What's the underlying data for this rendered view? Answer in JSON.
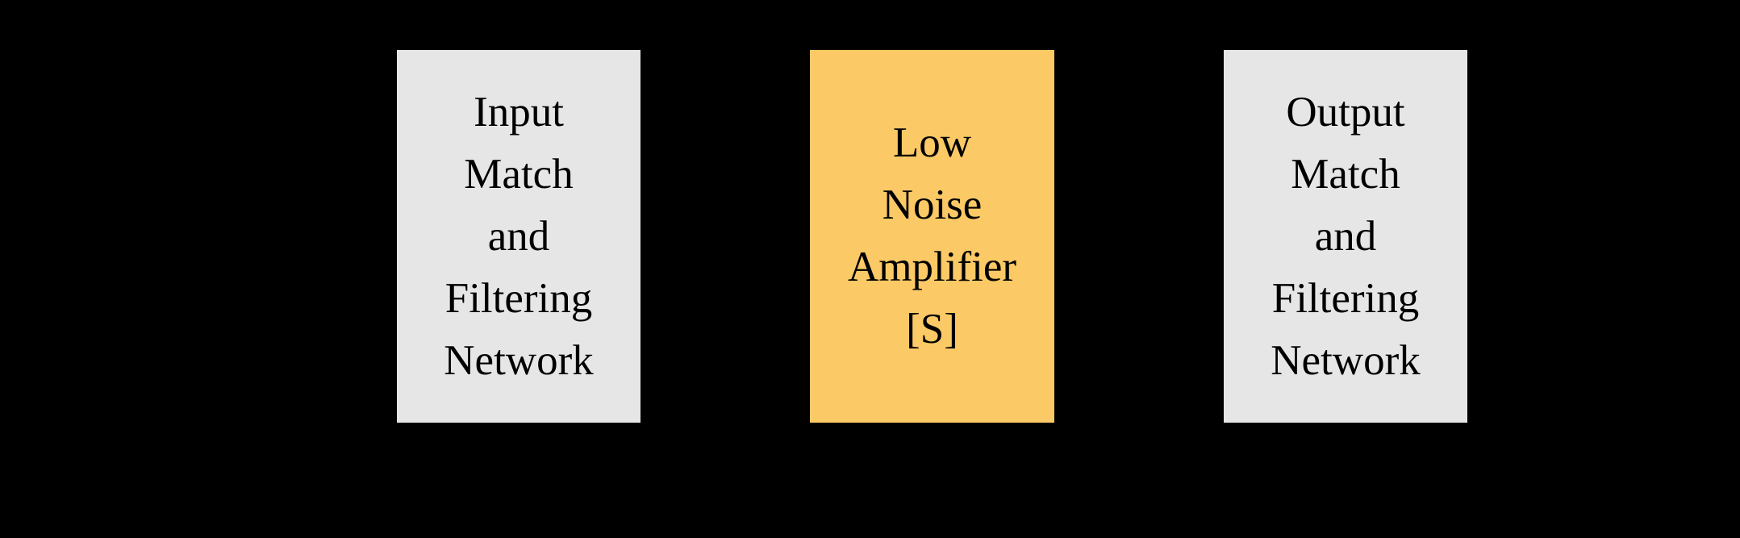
{
  "diagram": {
    "background_color": "#000000",
    "text_color": "#000000",
    "blocks": [
      {
        "id": "input-match-filtering-network",
        "fill": "#e6e6e6",
        "lines": [
          "Input",
          "Match",
          "and",
          "Filtering",
          "Network"
        ]
      },
      {
        "id": "low-noise-amplifier",
        "fill": "#fbc965",
        "lines": [
          "Low",
          "Noise",
          "Amplifier",
          "[S]"
        ]
      },
      {
        "id": "output-match-filtering-network",
        "fill": "#e6e6e6",
        "lines": [
          "Output",
          "Match",
          "and",
          "Filtering",
          "Network"
        ]
      }
    ]
  }
}
